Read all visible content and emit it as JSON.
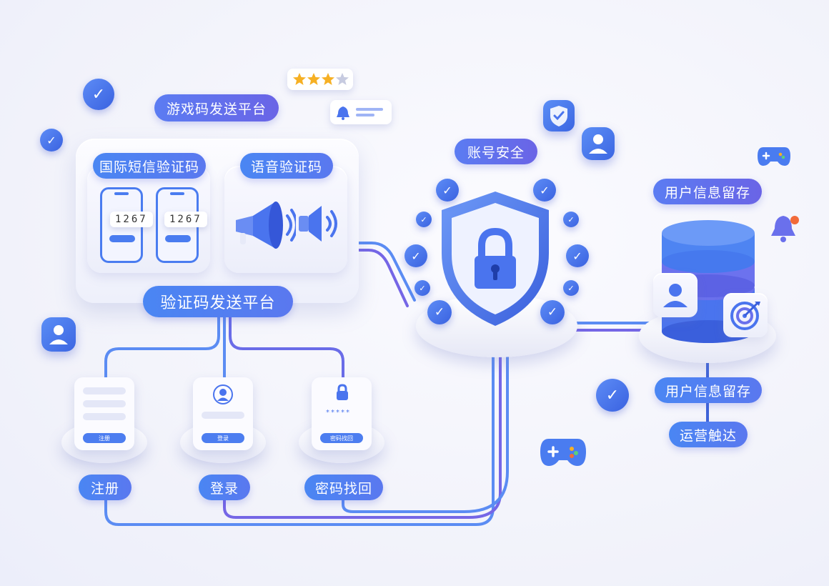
{
  "labels": {
    "game_platform": "游戏码发送平台",
    "intl_sms": "国际短信验证码",
    "voice_code": "语音验证码",
    "code_platform": "验证码发送平台",
    "account_security": "账号安全",
    "user_info_top": "用户信息留存",
    "user_info_bottom": "用户信息留存",
    "ops_reach": "运营触达",
    "register": "注册",
    "login": "登录",
    "password_recovery": "密码找回"
  },
  "phone_codes": [
    "1267",
    "1267"
  ],
  "card_buttons": {
    "register": "注册",
    "login": "登录",
    "password_recovery": "密码找回"
  },
  "password_mask": "*****",
  "icons": [
    "check-badge-icon",
    "star-rating-icon",
    "bell-icon",
    "shield-check-icon",
    "user-icon",
    "gamepad-icon",
    "megaphone-icon",
    "speaker-icon",
    "lock-shield-icon",
    "database-icon",
    "target-icon"
  ],
  "colors": {
    "primary": "#4a7cf0",
    "accent": "#6a64e6",
    "star": "#f6b024",
    "alert": "#f26b3a"
  }
}
